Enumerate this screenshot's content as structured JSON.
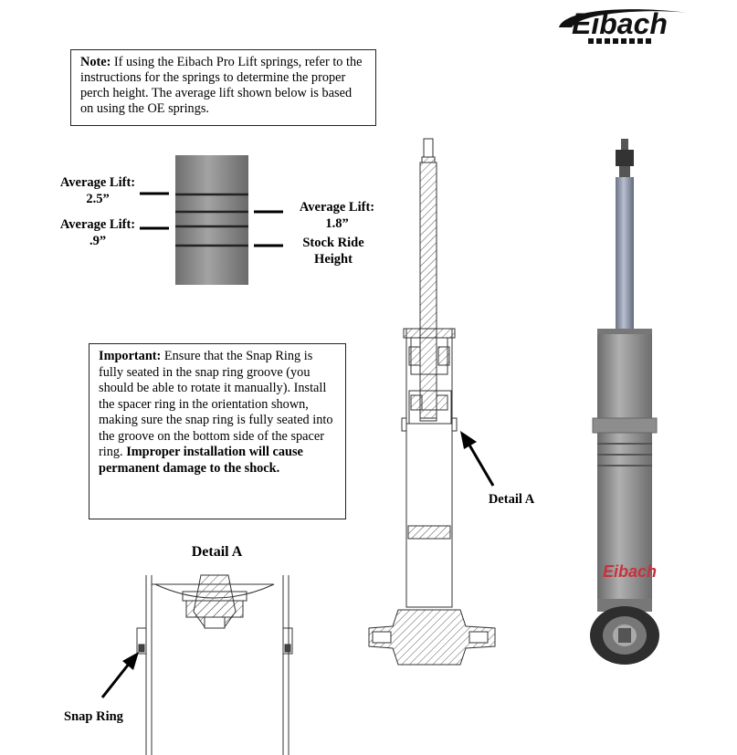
{
  "brand": {
    "logo_text": "Eibach"
  },
  "note": {
    "heading": "Note:",
    "body": "If using the Eibach Pro Lift springs, refer to the instructions for the springs to determine the proper perch height.  The average lift shown below is based on using the OE springs."
  },
  "lift_labels": {
    "lift_25_line1": "Average Lift:",
    "lift_25_line2": "2.5”",
    "lift_09_line1": "Average Lift:",
    "lift_09_line2": ".9”",
    "lift_18_line1": "Average Lift:",
    "lift_18_line2": "1.8”",
    "stock_line1": "Stock Ride",
    "stock_line2": "Height"
  },
  "important": {
    "heading": "Important:",
    "body": "Ensure that the Snap Ring is fully seated in the snap ring groove (you should be able to rotate it manually).  Install the spacer ring in the orientation shown, making sure the snap ring is fully seated into the groove on the bottom side of the spacer ring.",
    "warning": "Improper installation will cause permanent damage to the shock."
  },
  "detail": {
    "callout": "Detail A",
    "title": "Detail A",
    "snap_ring": "Snap Ring"
  },
  "colors": {
    "shock_body": "#8f8f8f",
    "shaft": "#8e96a8",
    "decal": "#c8323c"
  }
}
